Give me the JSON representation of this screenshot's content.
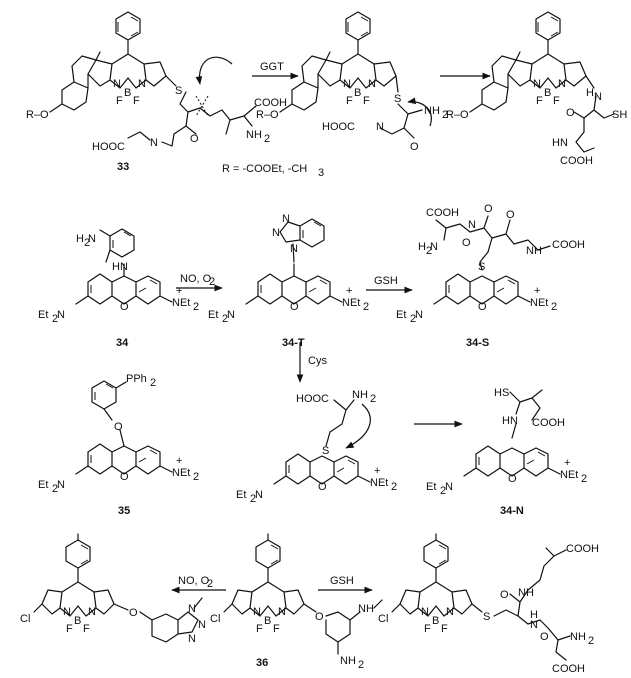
{
  "reagents": {
    "ggt": "GGT",
    "no_o2_a": "NO, O",
    "sub2": "2",
    "gsh_a": "GSH",
    "cys": "Cys",
    "no_o2_b": "NO, O",
    "gsh_b": "GSH"
  },
  "footnote": "R = -COOEt, -CH",
  "footnote_sub": "3",
  "compounds": {
    "c33": "33",
    "c34": "34",
    "c34t": "34-T",
    "c34s": "34-S",
    "c35": "35",
    "c34n": "34-N",
    "c36": "36"
  },
  "atoms": {
    "N": "N",
    "B": "B",
    "F": "F",
    "S": "S",
    "O": "O",
    "Cl": "Cl",
    "R_O": "R–O",
    "COOH": "COOH",
    "HOOC": "HOOC",
    "NH2": "NH",
    "H2N": "H",
    "H2N_b": "N",
    "HN": "HN",
    "NH": "NH",
    "H": "H",
    "N_": "N",
    "Et2N": "Et",
    "Et2N_b": "N",
    "NEt2": "NEt",
    "two": "2",
    "plus": "+",
    "PPh2": "PPh",
    "HS": "HS",
    "SH": "SH",
    "minus": "–",
    "HOOC_b": "HOOC"
  }
}
